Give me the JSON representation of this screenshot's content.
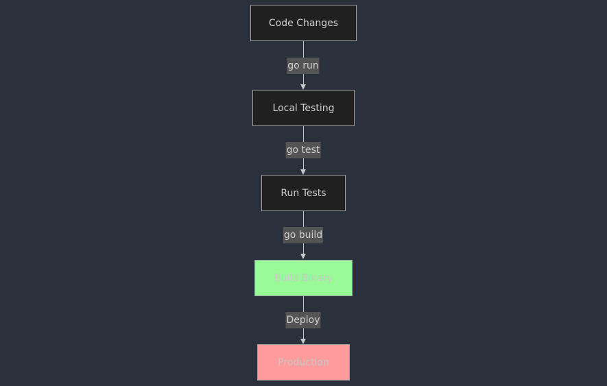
{
  "diagram": {
    "type": "flowchart",
    "direction": "top-down",
    "colors": {
      "background": "#2b303d",
      "node_fill": "#1f201f",
      "node_border": "#a0a0a0",
      "edge": "#c8c8c8",
      "edge_label_bg": "#545454",
      "build_fill": "#98fb98",
      "prod_fill": "#ff9b9b"
    },
    "nodes": [
      {
        "id": "code",
        "label": "Code Changes"
      },
      {
        "id": "local",
        "label": "Local Testing"
      },
      {
        "id": "tests",
        "label": "Run Tests"
      },
      {
        "id": "build",
        "label": "Build Binary"
      },
      {
        "id": "prod",
        "label": "Production"
      }
    ],
    "edges": [
      {
        "from": "code",
        "to": "local",
        "label": "go run"
      },
      {
        "from": "local",
        "to": "tests",
        "label": "go test"
      },
      {
        "from": "tests",
        "to": "build",
        "label": "go build"
      },
      {
        "from": "build",
        "to": "prod",
        "label": "Deploy"
      }
    ]
  }
}
